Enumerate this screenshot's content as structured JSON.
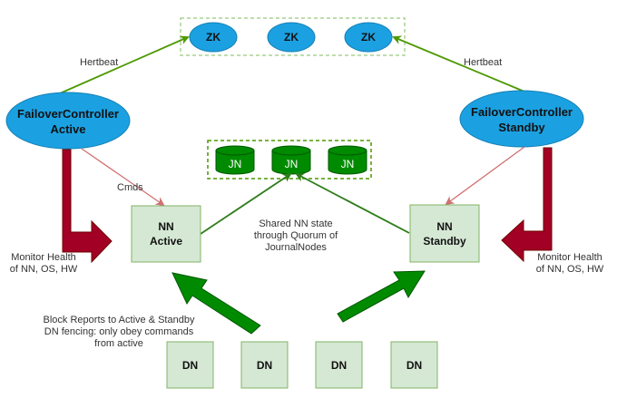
{
  "colors": {
    "zk_fill": "#1ba1e2",
    "zk_stroke": "#1580b5",
    "jn_fill": "#008a00",
    "jn_stroke": "#005700",
    "nn_fill": "#d5e8d4",
    "nn_stroke": "#82b366",
    "heartbeat_line": "#4d9900",
    "cmd_line": "#d07070",
    "monitor_arrow": "#a20025",
    "monitor_arrow_stroke": "#6f0000",
    "report_arrow": "#008a00",
    "report_arrow_stroke": "#005700",
    "group_border": "#82b366",
    "text": "#333333"
  },
  "zookeeper": {
    "nodes": [
      {
        "label": "ZK"
      },
      {
        "label": "ZK"
      },
      {
        "label": "ZK"
      }
    ]
  },
  "journal": {
    "nodes": [
      {
        "label": "JN"
      },
      {
        "label": "JN"
      },
      {
        "label": "JN"
      }
    ]
  },
  "failover_active": {
    "line1": "FailoverController",
    "line2": "Active"
  },
  "failover_standby": {
    "line1": "FailoverController",
    "line2": "Standby"
  },
  "nn_active": {
    "line1": "NN",
    "line2": "Active"
  },
  "nn_standby": {
    "line1": "NN",
    "line2": "Standby"
  },
  "datanodes": [
    {
      "label": "DN"
    },
    {
      "label": "DN"
    },
    {
      "label": "DN"
    },
    {
      "label": "DN"
    }
  ],
  "labels": {
    "heartbeat_left": "Hertbeat",
    "heartbeat_right": "Hertbeat",
    "cmds": "Cmds",
    "shared_state": [
      "Shared NN state",
      "through Quorum of",
      "JournalNodes"
    ],
    "monitor_left": [
      "Monitor Health",
      "of NN, OS, HW"
    ],
    "monitor_right": [
      "Monitor Health",
      "of NN, OS, HW"
    ],
    "block_reports": [
      "Block Reports to Active  & Standby",
      "DN fencing: only obey commands",
      "from active"
    ]
  }
}
